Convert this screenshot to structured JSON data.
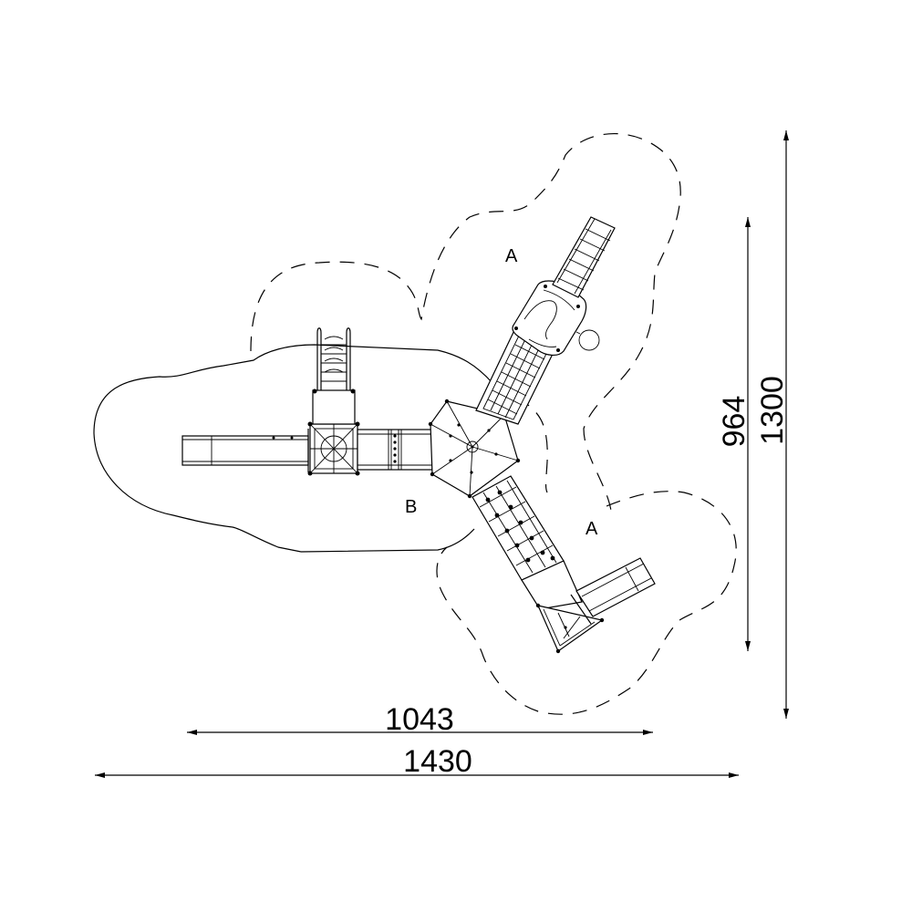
{
  "zones": [
    {
      "label": "A"
    },
    {
      "label": "A"
    },
    {
      "label": "B"
    }
  ],
  "dimensions": {
    "width_inner": "1043",
    "width_outer": "1430",
    "height_inner": "964",
    "height_outer": "1300"
  }
}
